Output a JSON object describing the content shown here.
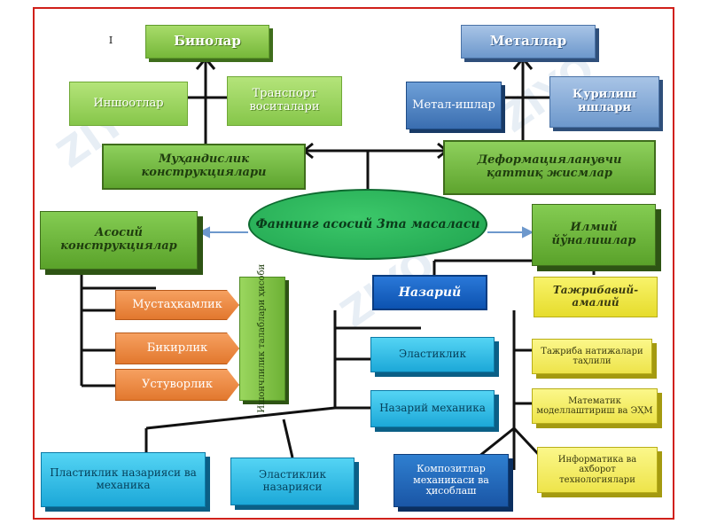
{
  "diagram": {
    "stray_mark": "I",
    "top_left": {
      "title": "Бинолар",
      "left": "Иншоотлар",
      "right": "Транспорт воситалари"
    },
    "top_right": {
      "title": "Металлар",
      "left": "Метал-ишлар",
      "right": "Қурилиш ишлари"
    },
    "scroll_left": "Муҳандислик конструкциялари",
    "scroll_right": "Деформацияланувчи қаттиқ жисмлар",
    "center": "Фаннинг асосий 3та масаласи",
    "left_branch": {
      "title": "Асосий конструкциялар",
      "items": [
        "Мустаҳкамлик",
        "Бикирлик",
        "Устуворлик"
      ],
      "vertical": "Ишончлилик талаблари ҳисоби"
    },
    "right_branch": {
      "title": "Илмий йўналишлар",
      "theory": "Назарий",
      "experiment": "Тажрибавий-амалий",
      "theory_items": [
        "Эластиклик",
        "Назарий механика"
      ],
      "bottom_items": [
        "Пластиклик назарияси ва механика",
        "Эластиклик назарияси",
        "Композитлар механикаси ва ҳисоблаш"
      ],
      "experiment_items": [
        "Тажриба натижалари таҳлили",
        "Математик моделлаштириш ва ЭҲМ",
        "Информатика ва ахборот технологиялари"
      ]
    },
    "colors": {
      "frame": "#d0201a",
      "green": "#76b83a",
      "blue": "#6d98cc",
      "ellipse": "#1ea24e",
      "orange": "#e2782e",
      "cyan": "#1ca8d8",
      "yellow": "#eee44a"
    }
  }
}
